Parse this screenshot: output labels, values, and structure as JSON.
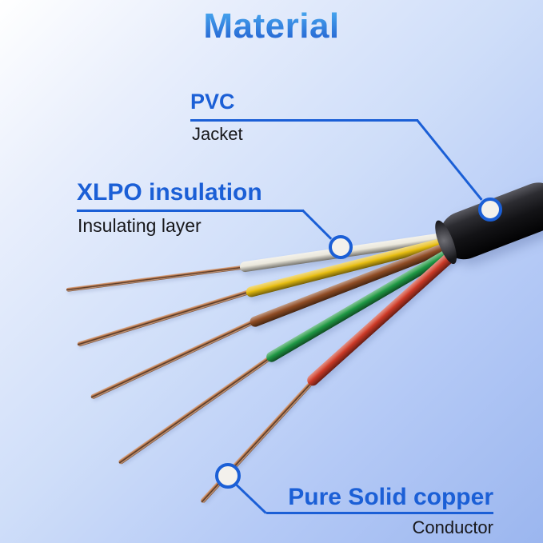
{
  "title": {
    "text": "Material"
  },
  "callouts": {
    "pvc": {
      "label": "PVC",
      "sublabel": "Jacket"
    },
    "xlpo": {
      "label": "XLPO insulation",
      "sublabel": "Insulating layer"
    },
    "copper": {
      "label": "Pure Solid copper",
      "sublabel": "Conductor"
    }
  },
  "colors": {
    "accent_blue": "#1b5fd6",
    "title_gradient_top": "#47a6ee",
    "title_gradient_bottom": "#2463d2",
    "label_text_dark": "#17171a",
    "background_start": "#ffffff",
    "background_mid": "#cfdef9",
    "background_end": "#9bb6ef",
    "jacket_black": "#131316",
    "copper": "#c07c50",
    "marker_fill": "#f3f1ec"
  },
  "wires": [
    {
      "name": "white-wire",
      "color": "#ebe8dc"
    },
    {
      "name": "yellow-wire",
      "color": "#e9c011"
    },
    {
      "name": "brown-wire",
      "color": "#8f4c24"
    },
    {
      "name": "green-wire",
      "color": "#1f9a46"
    },
    {
      "name": "red-wire",
      "color": "#cd3a27"
    }
  ]
}
